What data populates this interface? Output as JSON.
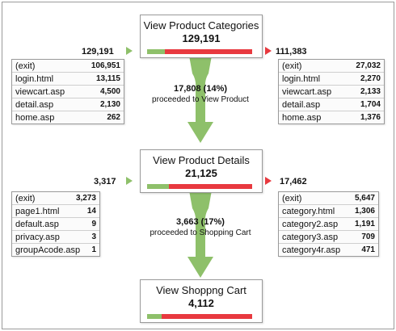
{
  "stages": [
    {
      "title": "View Product Categories",
      "count": "129,191",
      "fill": 0.17
    },
    {
      "title": "View Product Details",
      "count": "21,125",
      "fill": 0.21
    },
    {
      "title": "View Shoppng Cart",
      "count": "4,112",
      "fill": 0.14
    }
  ],
  "entries": [
    {
      "count": "129,191",
      "rows": [
        {
          "label": "(exit)",
          "value": "106,951"
        },
        {
          "label": "login.html",
          "value": "13,115"
        },
        {
          "label": "viewcart.asp",
          "value": "4,500"
        },
        {
          "label": "detail.asp",
          "value": "2,130"
        },
        {
          "label": "home.asp",
          "value": "262"
        }
      ]
    },
    {
      "count": "3,317",
      "rows": [
        {
          "label": "(exit)",
          "value": "3,273"
        },
        {
          "label": "page1.html",
          "value": "14"
        },
        {
          "label": "default.asp",
          "value": "9"
        },
        {
          "label": "privacy.asp",
          "value": "3"
        },
        {
          "label": "groupAcode.asp",
          "value": "1"
        }
      ]
    }
  ],
  "exits": [
    {
      "count": "111,383",
      "rows": [
        {
          "label": "(exit)",
          "value": "27,032"
        },
        {
          "label": "login.html",
          "value": "2,270"
        },
        {
          "label": "viewcart.asp",
          "value": "2,133"
        },
        {
          "label": "detail.asp",
          "value": "1,704"
        },
        {
          "label": "home.asp",
          "value": "1,376"
        }
      ]
    },
    {
      "count": "17,462",
      "rows": [
        {
          "label": "(exit)",
          "value": "5,647"
        },
        {
          "label": "category.html",
          "value": "1,306"
        },
        {
          "label": "category2.asp",
          "value": "1,191"
        },
        {
          "label": "category3.asp",
          "value": "709"
        },
        {
          "label": "category4r.asp",
          "value": "471"
        }
      ]
    }
  ],
  "proceeds": [
    {
      "value": "17,808 (14%)",
      "label": "proceeded to View Product"
    },
    {
      "value": "3,663 (17%)",
      "label": "proceeded to Shopping Cart"
    }
  ],
  "colors": {
    "green": "#8ec06a",
    "red": "#e8393f",
    "border": "#9a9a9a"
  }
}
